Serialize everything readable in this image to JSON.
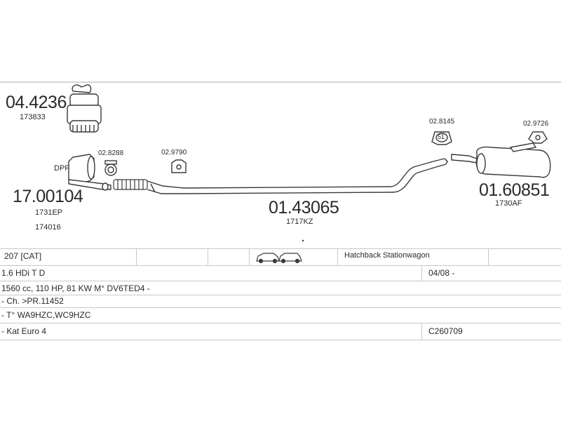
{
  "parts": {
    "cat": {
      "code": "04.4236",
      "sub1": "173833"
    },
    "dpf": {
      "label": "DPF",
      "code": "17.00104",
      "sub1": "1731EP",
      "sub2": "174016"
    },
    "clamp1": {
      "code": "02.8288"
    },
    "mount1": {
      "code": "02.9790"
    },
    "pipe": {
      "code": "01.43065",
      "sub1": "1717KZ"
    },
    "mount2": {
      "code": "02.8145",
      "badge": "51"
    },
    "mount3": {
      "code": "02.9726"
    },
    "muffler": {
      "code": "01.60851",
      "sub1": "1730AF"
    }
  },
  "table": {
    "model": "207  [CAT]",
    "body_type": "Hatchback Stationwagon",
    "engine": "1.6 HDi T D",
    "date": "04/08 -",
    "specs": "1560 cc, 110 HP, 81 KW M° DV6TED4 -",
    "chassis": "- Ch. >PR.11452",
    "type_codes": "- T° WA9HZC,WC9HZC",
    "emission": "- Kat Euro 4",
    "ref": "C260709"
  },
  "colors": {
    "line": "#3a3a3a",
    "rule": "#c8c8c8",
    "text": "#2a2a2a"
  }
}
